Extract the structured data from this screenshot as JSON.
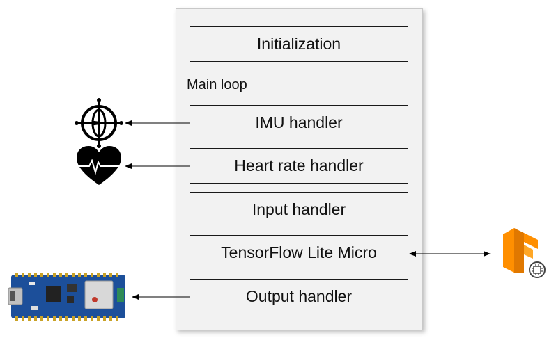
{
  "diagram": {
    "init_label": "Initialization",
    "main_loop_label": "Main loop",
    "handlers": {
      "imu": "IMU handler",
      "heart": "Heart rate handler",
      "input": "Input handler",
      "tflm": "TensorFlow Lite Micro",
      "output": "Output handler"
    }
  },
  "icons": {
    "imu": "gyroscope-icon",
    "heart": "heart-pulse-icon",
    "tflite": "tensorflow-lite-micro-logo",
    "board": "arduino-nano-board"
  },
  "colors": {
    "tf_orange": "#ff8f00",
    "board_blue": "#1c4f9a"
  }
}
